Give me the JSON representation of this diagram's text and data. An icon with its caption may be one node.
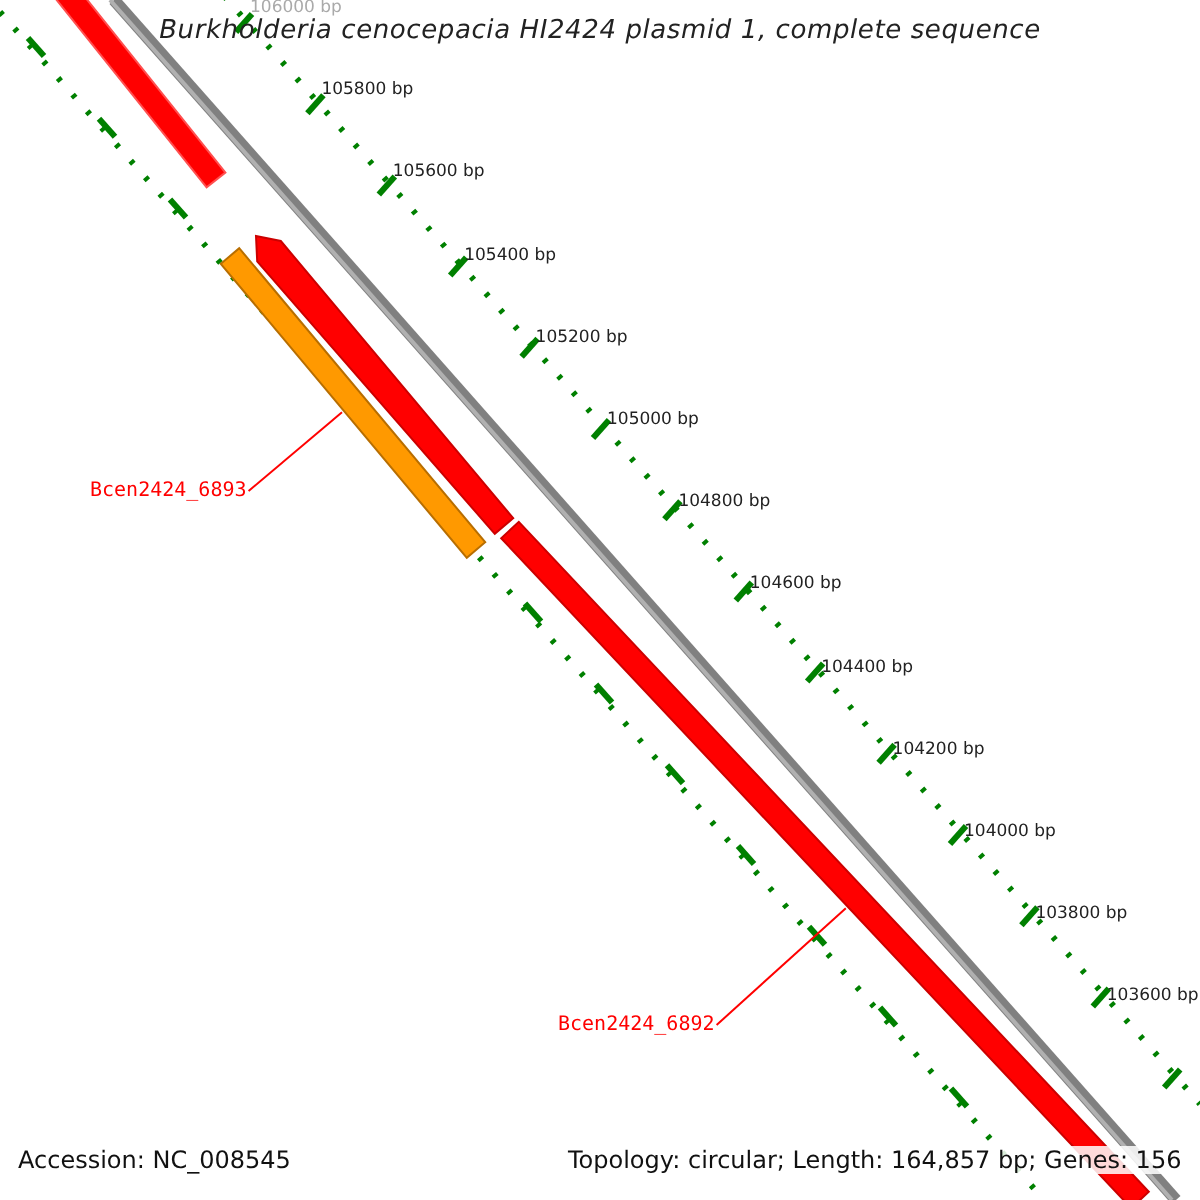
{
  "diagram": {
    "title": "Burkholderia cenocepacia HI2424 plasmid 1, complete sequence",
    "nodes": [
      {
        "text": [
          "Bcen2424_6893"
        ]
      },
      {
        "text": [],
        "shape": "bar"
      },
      {
        "text": [
          "Bcen2424_6892"
        ]
      },
      {
        "text": [],
        "shape": "bar"
      },
      {
        "text": [],
        "shape": "bar"
      },
      {
        "text": [],
        "shape": "arrow"
      }
    ],
    "edges": [
      {
        "from": 0,
        "to": 1,
        "arrow": "none",
        "color": "#ff0000"
      },
      {
        "from": 2,
        "to": 3,
        "arrow": "none",
        "color": "#ff0000"
      }
    ],
    "labels": [
      "106000 bp",
      "105800 bp",
      "105600 bp",
      "105400 bp",
      "105200 bp",
      "105000 bp",
      "104800 bp",
      "104600 bp",
      "104400 bp",
      "104200 bp",
      "104000 bp",
      "103800 bp",
      "103600 bp",
      "Accession: NC_008545",
      "Topology: circular; Length: 164,857 bp; Genes: 156"
    ]
  }
}
